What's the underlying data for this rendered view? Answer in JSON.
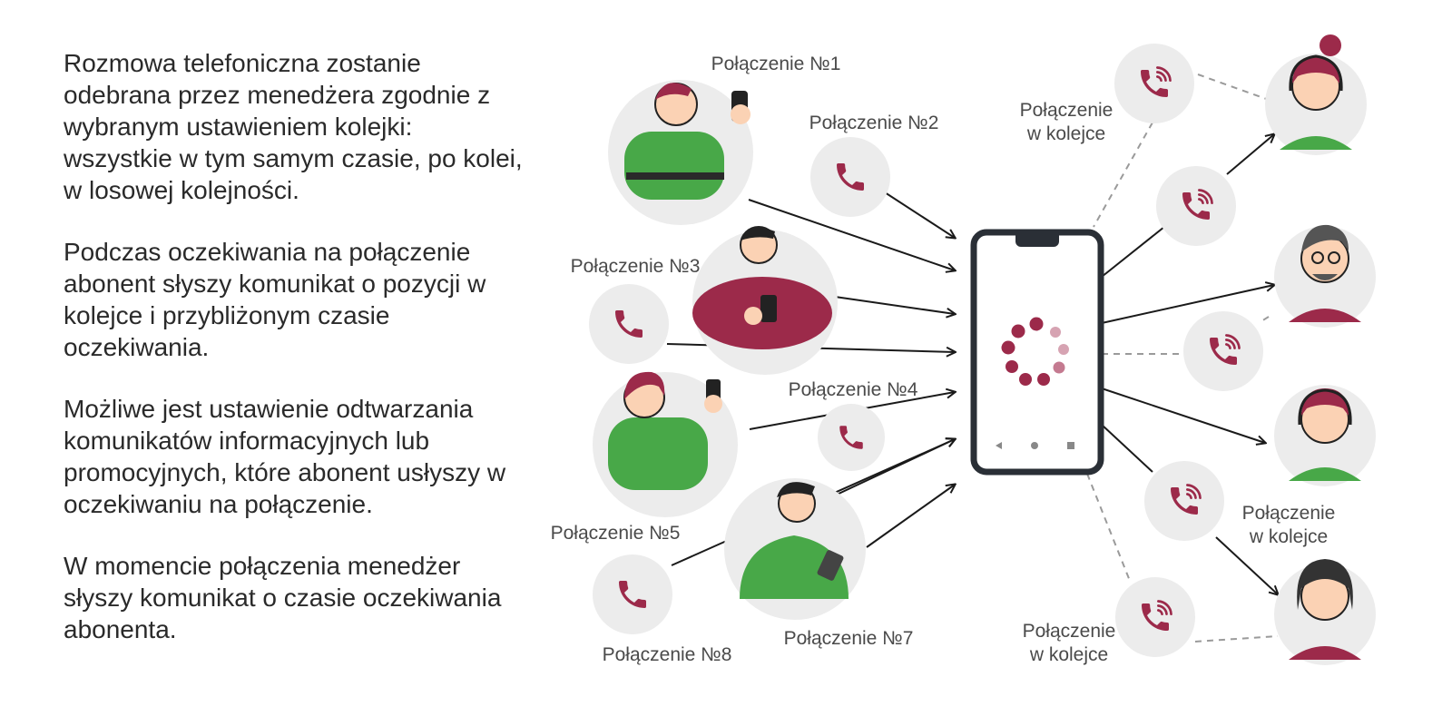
{
  "description": {
    "paragraphs": [
      "Rozmowa telefoniczna zostanie odebrana przez menedżera zgodnie z wybranym ustawieniem kolejki: wszystkie w tym samym czasie, po kolei, w losowej kolejności.",
      "Podczas oczekiwania na połączenie abonent słyszy komunikat o pozycji w kolejce i przybliżonym czasie oczekiwania.",
      "Możliwe jest ustawienie odtwarzania komunikatów informacyjnych lub promocyjnych, które abonent usłyszy w oczekiwaniu na połączenie.",
      "W momencie połączenia menedżer słyszy komunikat o czasie oczekiwania abonenta."
    ]
  },
  "calls": {
    "call1": "Połączenie №1",
    "call2": "Połączenie №2",
    "call3": "Połączenie №3",
    "call4": "Połączenie №4",
    "call5": "Połączenie №5",
    "call7": "Połączenie №7",
    "call8": "Połączenie №8"
  },
  "queue": {
    "line1": "Połączenie",
    "line2": "w kolejce"
  },
  "colors": {
    "accent": "#9c2a4a",
    "green": "#48a848",
    "circle_bg": "#ececec",
    "text": "#2a2a2a"
  },
  "icons": [
    "phone-handset-icon",
    "phone-ringing-icon",
    "loading-spinner-icon",
    "smartphone-icon",
    "person-avatar-icon",
    "operator-headset-icon"
  ]
}
